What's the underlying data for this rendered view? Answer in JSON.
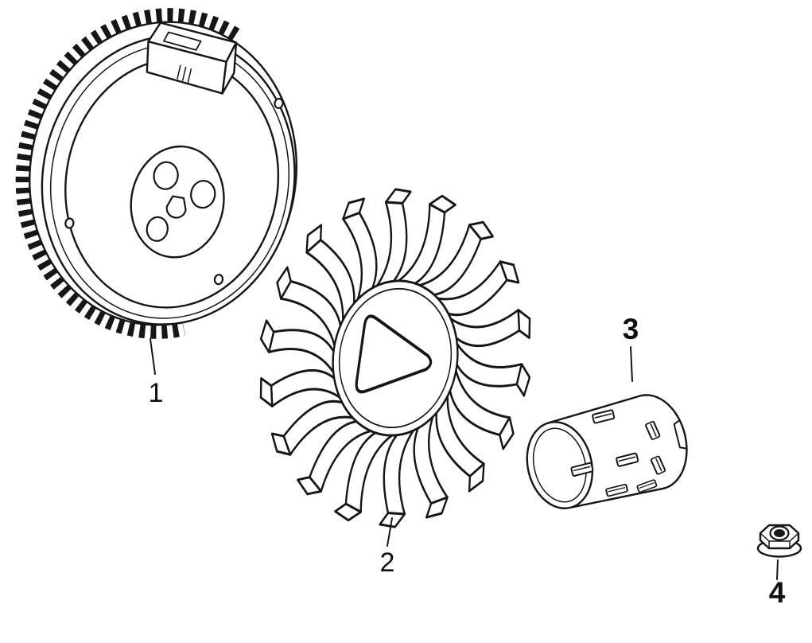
{
  "diagram": {
    "background_color": "#ffffff",
    "line_color": "#161616",
    "callouts": [
      {
        "number": "1"
      },
      {
        "number": "2"
      },
      {
        "number": "3"
      },
      {
        "number": "4"
      }
    ]
  }
}
